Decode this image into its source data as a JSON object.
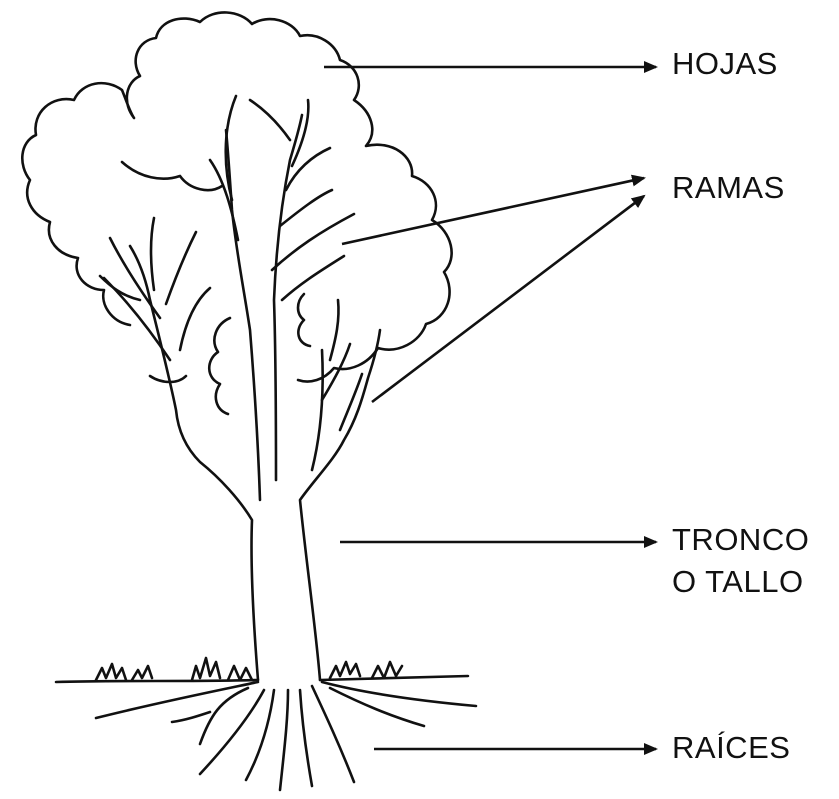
{
  "labels": {
    "hojas": "HOJAS",
    "ramas": "RAMAS",
    "tronco_line1": "TRONCO",
    "tronco_line2": "O TALLO",
    "raices": "RAÍCES"
  },
  "colors": {
    "ink": "#111111",
    "background": "#ffffff"
  }
}
